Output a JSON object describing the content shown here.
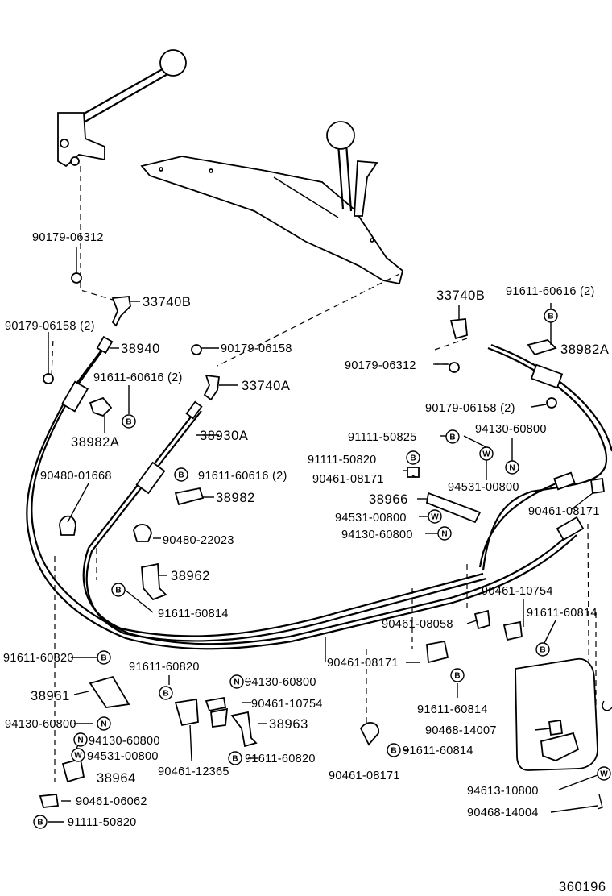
{
  "diagram_id": "360196",
  "symbols": {
    "bolt": "B",
    "nut": "N",
    "washer": "W"
  },
  "labels": {
    "p90179_06312_a": "90179-06312",
    "p33740B_a": "33740B",
    "p90179_06158_2_a": "90179-06158 (2)",
    "p38940": "38940",
    "p90179_06158_b": "90179-06158",
    "p91611_60616_2_a": "91611-60616 (2)",
    "p33740A": "33740A",
    "p38982A_a": "38982A",
    "p38930A": "38930A",
    "p90480_01668": "90480-01668",
    "p91611_60616_2_b": "91611-60616 (2)",
    "p38982": "38982",
    "p90480_22023": "90480-22023",
    "p38962": "38962",
    "p91611_60814_a": "91611-60814",
    "p33740B_b": "33740B",
    "p91611_60616_2_c": "91611-60616 (2)",
    "p38982A_b": "38982A",
    "p90179_06312_b": "90179-06312",
    "p90179_06158_2_c": "90179-06158 (2)",
    "p91111_50825": "91111-50825",
    "p94130_60800_a": "94130-60800",
    "p91111_50820_a": "91111-50820",
    "p90461_08171_a": "90461-08171",
    "p94531_00800_a": "94531-00800",
    "p38966": "38966",
    "p94531_00800_b": "94531-00800",
    "p94130_60800_b": "94130-60800",
    "p90461_08171_b": "90461-08171",
    "p90461_10754_a": "90461-10754",
    "p90461_08058": "90461-08058",
    "p91611_60814_b": "91611-60814",
    "p91611_60820_a": "91611-60820",
    "p90461_08171_c": "90461-08171",
    "p91611_60820_b": "91611-60820",
    "p94130_60800_c": "94130-60800",
    "p90461_10754_b": "90461-10754",
    "p38963": "38963",
    "p38961": "38961",
    "p94130_60800_d": "94130-60800",
    "p94130_60800_e": "94130-60800",
    "p94531_00800_c": "94531-00800",
    "p38964": "38964",
    "p90461_12365": "90461-12365",
    "p91611_60820_c": "91611-60820",
    "p90461_08171_d": "90461-08171",
    "p91611_60814_c": "91611-60814",
    "p91611_60814_d": "91611-60814",
    "p90468_14007": "90468-14007",
    "p90461_06062": "90461-06062",
    "p91111_50820_b": "91111-50820",
    "p94613_10800": "94613-10800",
    "p90468_14004": "90468-14004"
  }
}
